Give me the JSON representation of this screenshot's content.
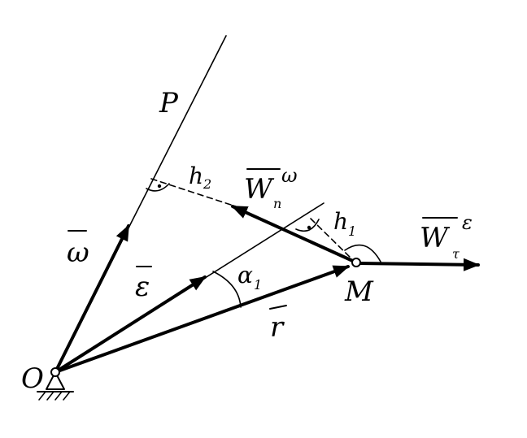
{
  "labels": {
    "O": "O",
    "P": "P",
    "M": "M",
    "omega": "ω",
    "epsilon": "ε",
    "r": "r",
    "alpha_base": "α",
    "alpha_sub": "1",
    "h2_base": "h",
    "h2_sub": "2",
    "h1_base": "h",
    "h1_sub": "1",
    "Wn_base": "W",
    "Wn_sub": "n",
    "Wn_sup": "ω",
    "Wt_base": "W",
    "Wt_sub": "τ",
    "Wt_sup": "ε"
  }
}
